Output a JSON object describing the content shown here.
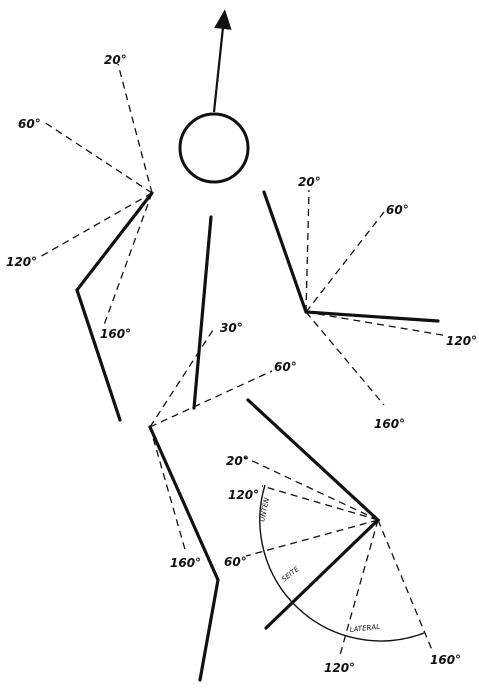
{
  "labels": {
    "left_arm_20": "20°",
    "left_arm_60": "60°",
    "left_arm_120": "120°",
    "left_arm_160": "160°",
    "right_arm_20": "20°",
    "right_arm_60": "60°",
    "right_arm_120": "120°",
    "right_arm_160": "160°",
    "trunk_30": "30°",
    "left_leg_60": "60°",
    "left_leg_160": "160°",
    "right_leg_20": "20°",
    "right_leg_60": "60°",
    "right_leg_120_upper": "120°",
    "right_leg_120_lower": "120°",
    "right_leg_160": "160°"
  },
  "arc_labels": {
    "upper": "UNTEN",
    "middle": "SEITE",
    "lower": "LATERAL"
  }
}
